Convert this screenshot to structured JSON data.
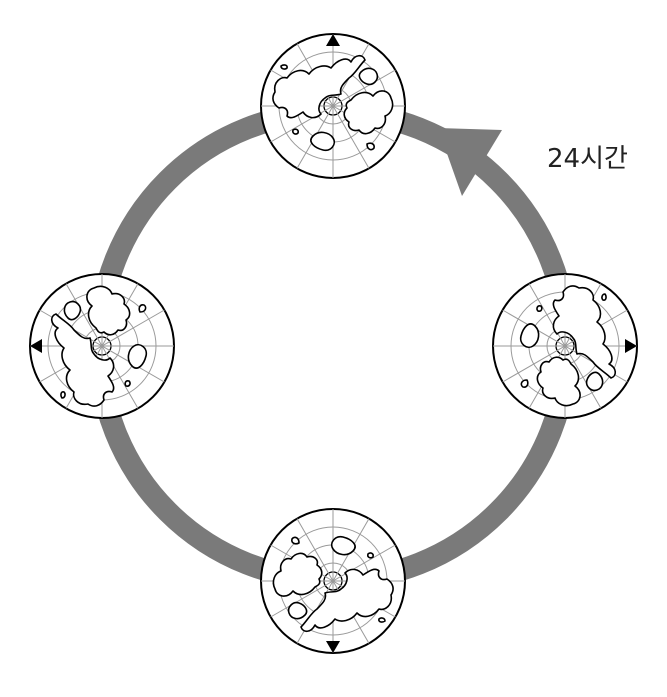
{
  "diagram": {
    "cycle_label": "24시간",
    "colors": {
      "arrow": "#7a7a7a",
      "globe_stroke": "#000000",
      "grid": "#9a9a9a",
      "background": "#ffffff"
    },
    "globes": [
      {
        "name": "globe-top",
        "marker": "triangle-up"
      },
      {
        "name": "globe-right",
        "marker": "triangle-right"
      },
      {
        "name": "globe-bottom",
        "marker": "triangle-down"
      },
      {
        "name": "globe-left",
        "marker": "triangle-left"
      }
    ]
  }
}
